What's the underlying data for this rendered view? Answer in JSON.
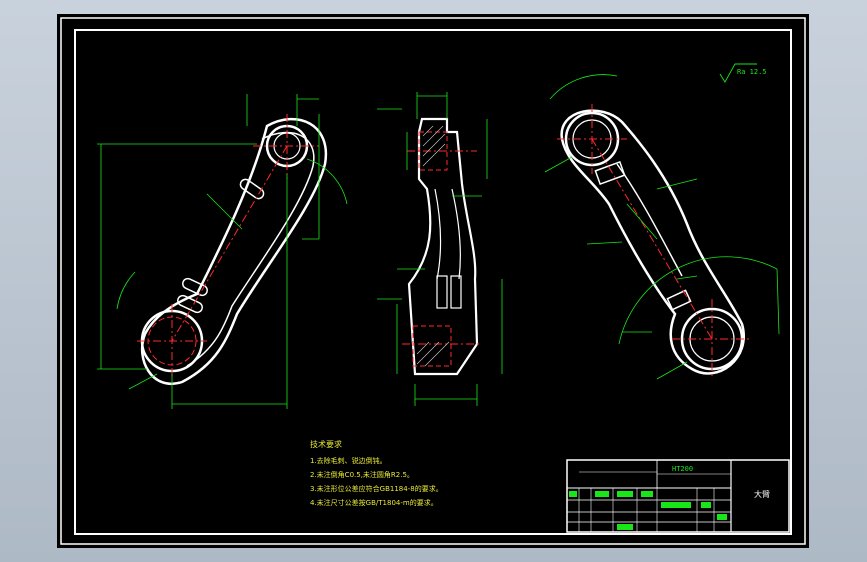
{
  "drawing": {
    "tech_requirements": {
      "title": "技术要求",
      "items": [
        "1.去除毛刺、锐边倒钝。",
        "2.未注倒角C0.5,未注圆角R2.5。",
        "3.未注形位公差应符合GB1184-8的要求。",
        "4.未注尺寸公差按GB/T1804-m的要求。"
      ]
    },
    "title_block": {
      "material": "HT200",
      "part_name": "大臂"
    },
    "roughness_note": "Ra 12.5"
  }
}
